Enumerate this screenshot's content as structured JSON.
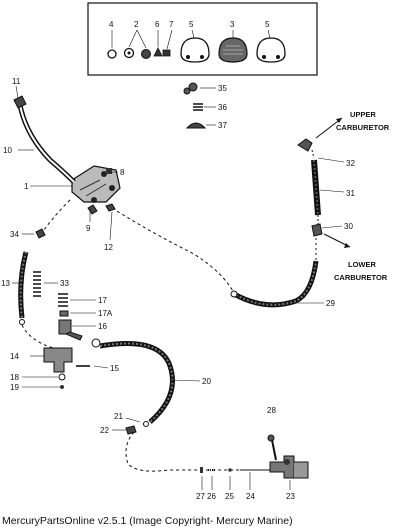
{
  "callouts": {
    "p1": "1",
    "p2": "2",
    "p3": "3",
    "p4": "4",
    "p5a": "5",
    "p5b": "5",
    "p6": "6",
    "p7": "7",
    "p8": "8",
    "p9": "9",
    "p10": "10",
    "p11": "11",
    "p12": "12",
    "p13": "13",
    "p14": "14",
    "p15": "15",
    "p16": "16",
    "p17": "17",
    "p17a": "17A",
    "p18": "18",
    "p19": "19",
    "p20": "20",
    "p21": "21",
    "p22": "22",
    "p23": "23",
    "p24": "24",
    "p25": "25",
    "p26": "26",
    "p27": "27",
    "p28": "28",
    "p29": "29",
    "p30": "30",
    "p31": "31",
    "p32": "32",
    "p33": "33",
    "p34": "34",
    "p35": "35",
    "p36": "36",
    "p37": "37"
  },
  "labels": {
    "upper_1": "UPPER",
    "upper_2": "CARBURETOR",
    "lower_1": "LOWER",
    "lower_2": "CARBURETOR"
  },
  "footer": {
    "copyright": "MercuryPartsOnline v2.5.1 (Image Copyright- Mercury Marine)"
  }
}
